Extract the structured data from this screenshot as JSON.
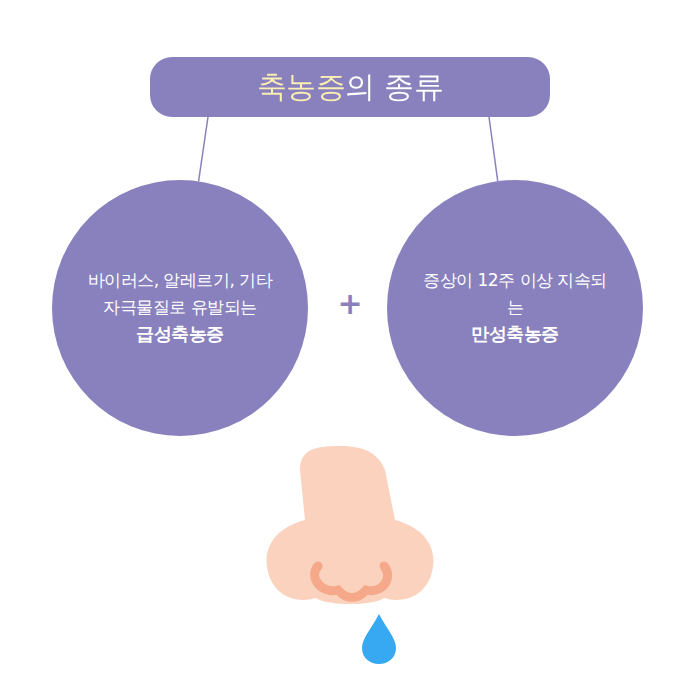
{
  "diagram": {
    "nodes": [
      {
        "text": [
          "축농증의 종류"
        ]
      },
      {
        "text": [
          "바이러스, 알레르기, 기타 자극물질로 유발되는",
          "급성축농증"
        ]
      },
      {
        "text": [
          "증상이 12주 이상 지속되는",
          "만성축농증"
        ]
      }
    ],
    "edges": [
      {
        "from": 0,
        "to": 1,
        "arrow": "none"
      },
      {
        "from": 0,
        "to": 2,
        "arrow": "none"
      }
    ],
    "labels": [
      "+"
    ]
  }
}
